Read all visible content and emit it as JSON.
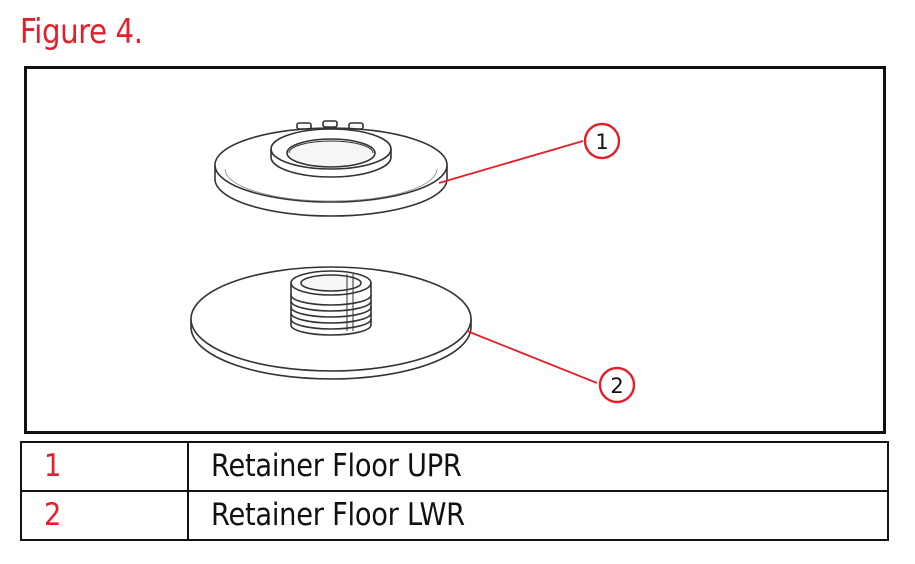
{
  "figure": {
    "title": "Figure 4."
  },
  "callouts": [
    {
      "number": "1"
    },
    {
      "number": "2"
    }
  ],
  "legend": {
    "rows": [
      {
        "number": "1",
        "description": "Retainer Floor UPR"
      },
      {
        "number": "2",
        "description": "Retainer Floor LWR"
      }
    ]
  },
  "colors": {
    "accent": "#e3202a",
    "border": "#111111",
    "drawing": "#333333"
  }
}
